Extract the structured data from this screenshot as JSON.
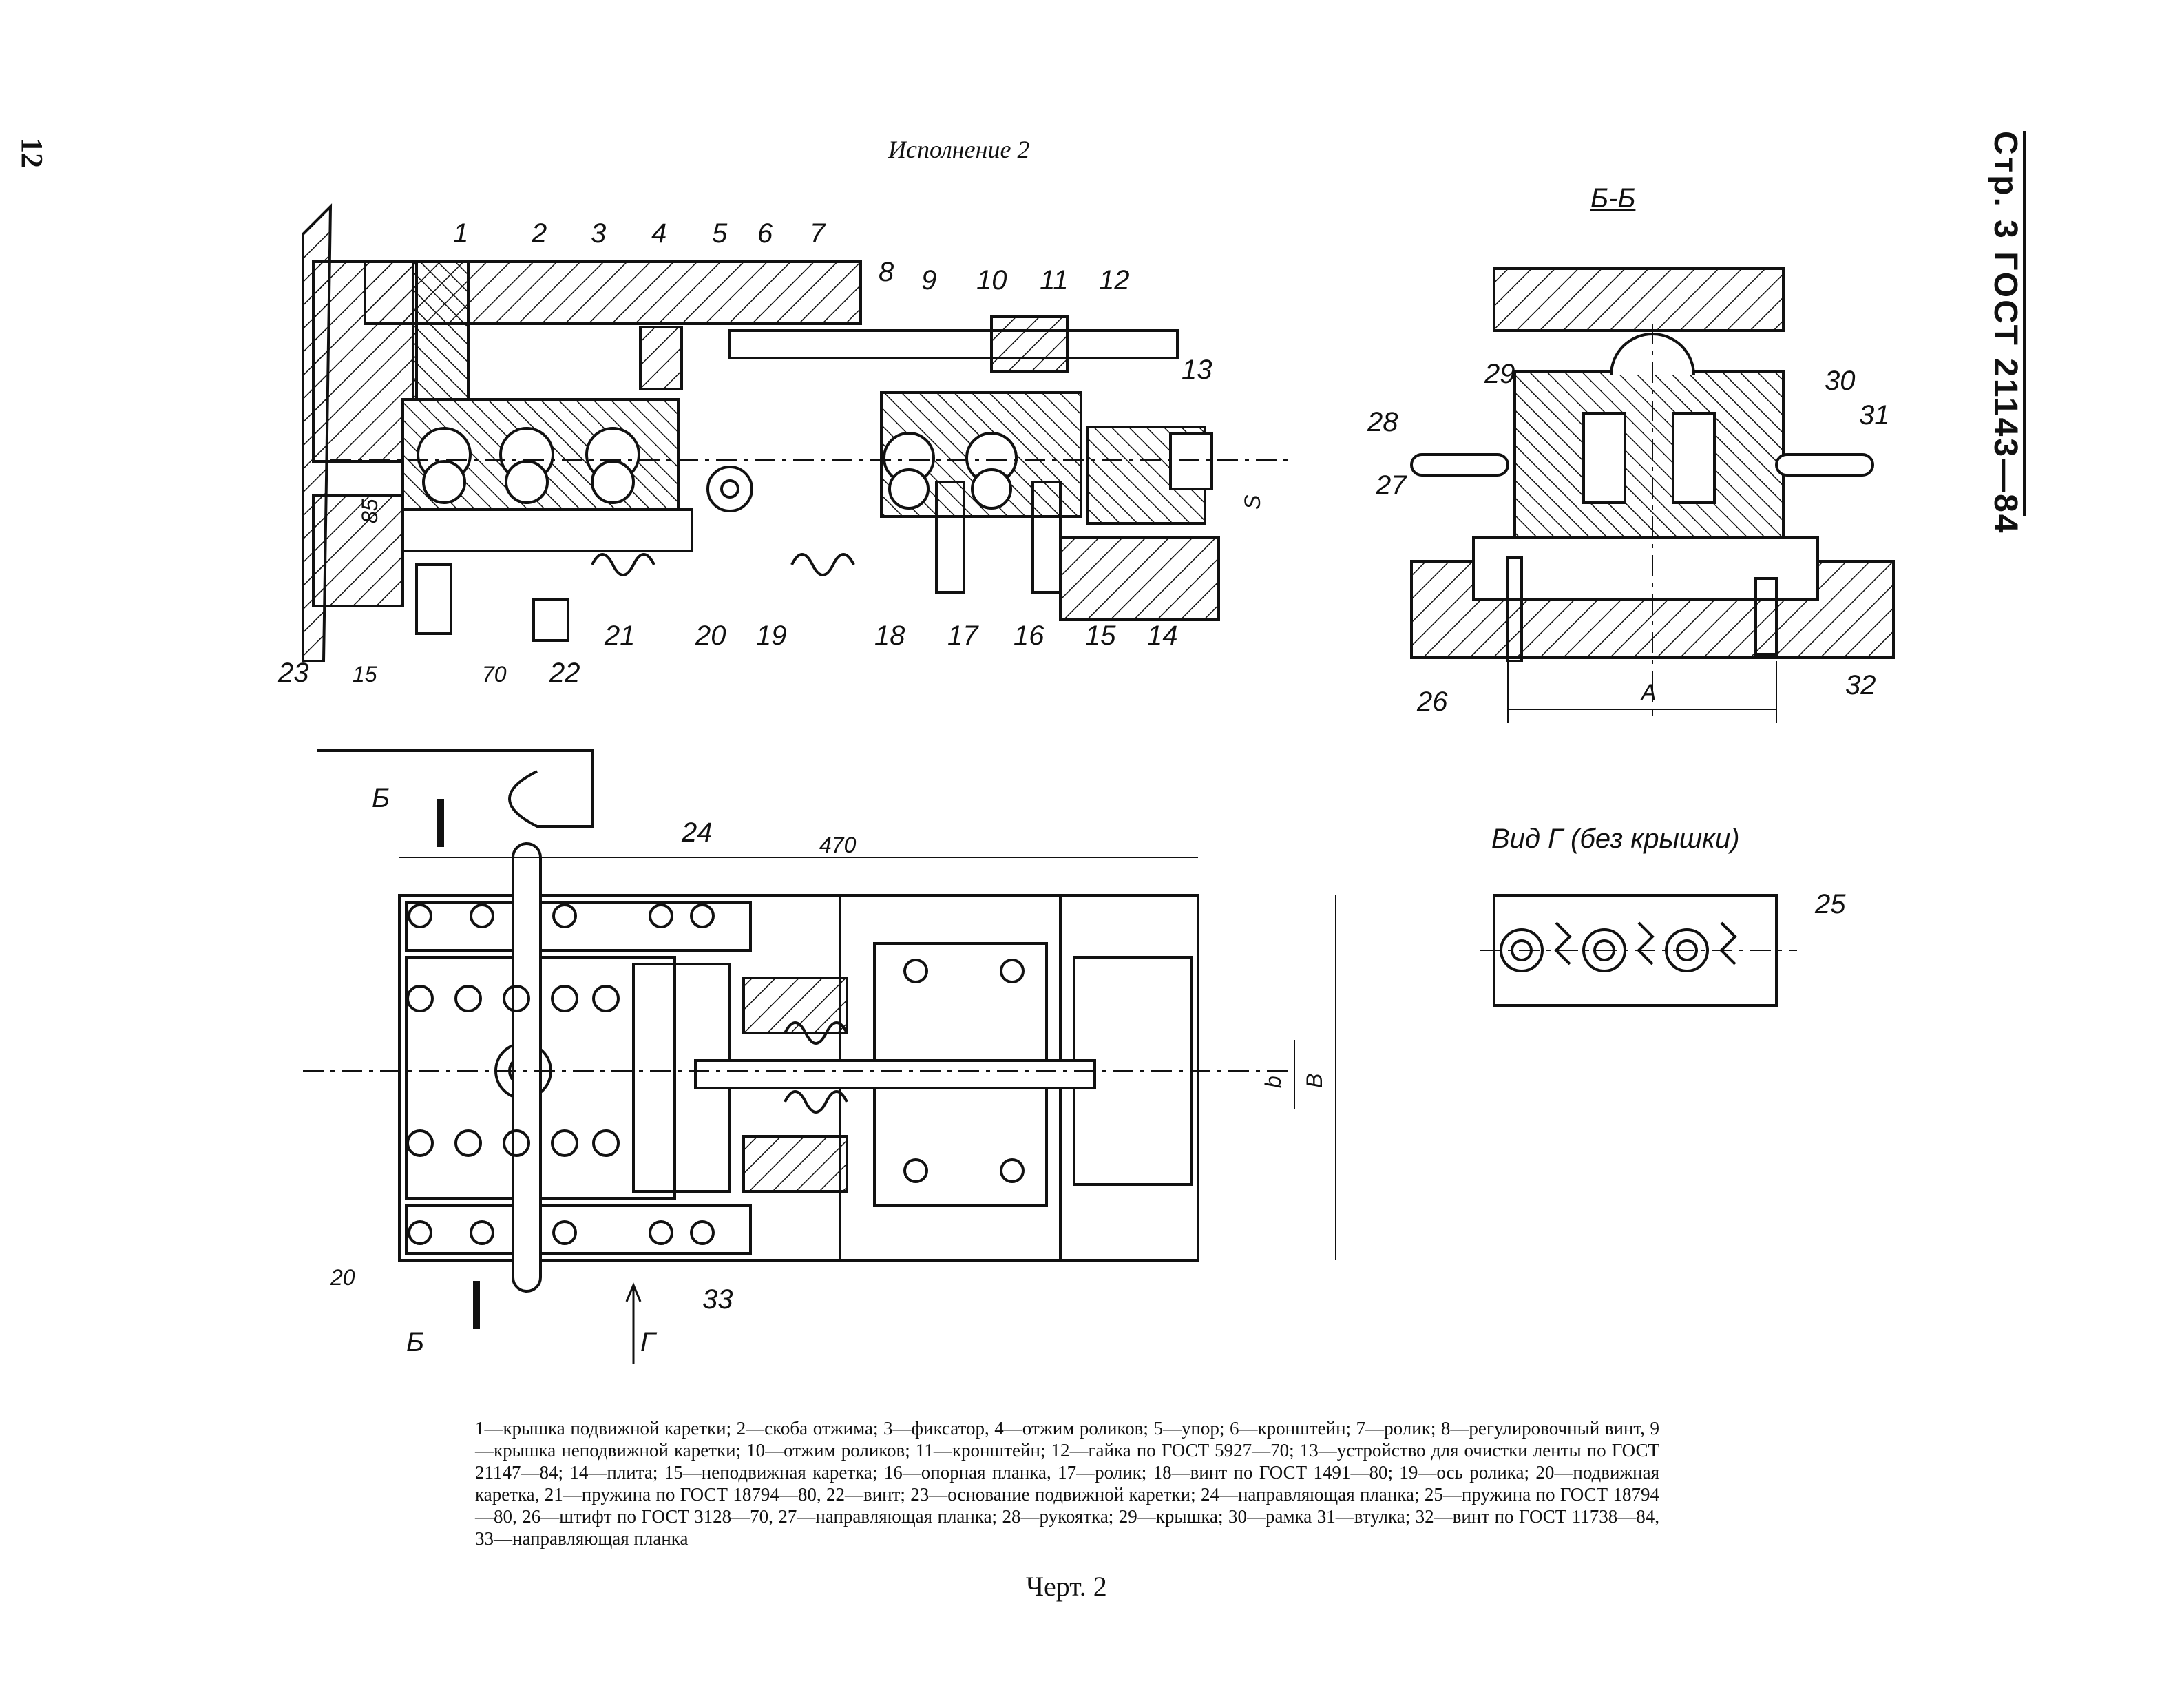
{
  "page_number": "12",
  "variant_title": "Исполнение 2",
  "side_header": "Стр. 3 ГОСТ 21143—84",
  "section_label": "Б-Б",
  "view_label": "Вид Г (без крышки)",
  "callouts_top": [
    "1",
    "2",
    "3",
    "4",
    "5",
    "6",
    "7",
    "8",
    "9",
    "10",
    "11",
    "12",
    "13"
  ],
  "callouts_bottom": [
    "23",
    "21",
    "22",
    "20",
    "19",
    "18",
    "17",
    "16",
    "15",
    "14"
  ],
  "callouts_section": [
    "29",
    "28",
    "27",
    "26",
    "30",
    "31",
    "32"
  ],
  "callouts_plan": [
    "24",
    "33"
  ],
  "callout_view": "25",
  "dimensions": {
    "d85": "85",
    "d15": "15",
    "d70": "70",
    "dS": "S",
    "d470": "470",
    "dB": "B",
    "db": "b",
    "d20": "20",
    "dA": "A"
  },
  "section_marks": [
    "Б",
    "Б",
    "Г"
  ],
  "legend_text": "1—крышка подвижной каретки; 2—скоба отжима; 3—фиксатор, 4—отжим роликов; 5—упор; 6—кронштейн; 7—ролик; 8—регулировочный винт, 9—крышка неподвижной каретки; 10—отжим роликов; 11—кронштейн; 12—гайка по ГОСТ 5927—70; 13—устройство для очистки ленты по ГОСТ 21147—84; 14—плита; 15—неподвижная каретка; 16—опорная планка, 17—ролик; 18—винт по ГОСТ 1491—80; 19—ось ролика; 20—подвижная каретка, 21—пружина по ГОСТ 18794—80, 22—винт; 23—основание подвижной каретки; 24—направляющая планка; 25—пружина по ГОСТ 18794—80, 26—штифт по ГОСТ 3128—70, 27—направляющая планка; 28—рукоятка; 29—крышка; 30—рамка 31—втулка; 32—винт по ГОСТ 11738—84, 33—направляющая планка",
  "caption": "Черт. 2"
}
